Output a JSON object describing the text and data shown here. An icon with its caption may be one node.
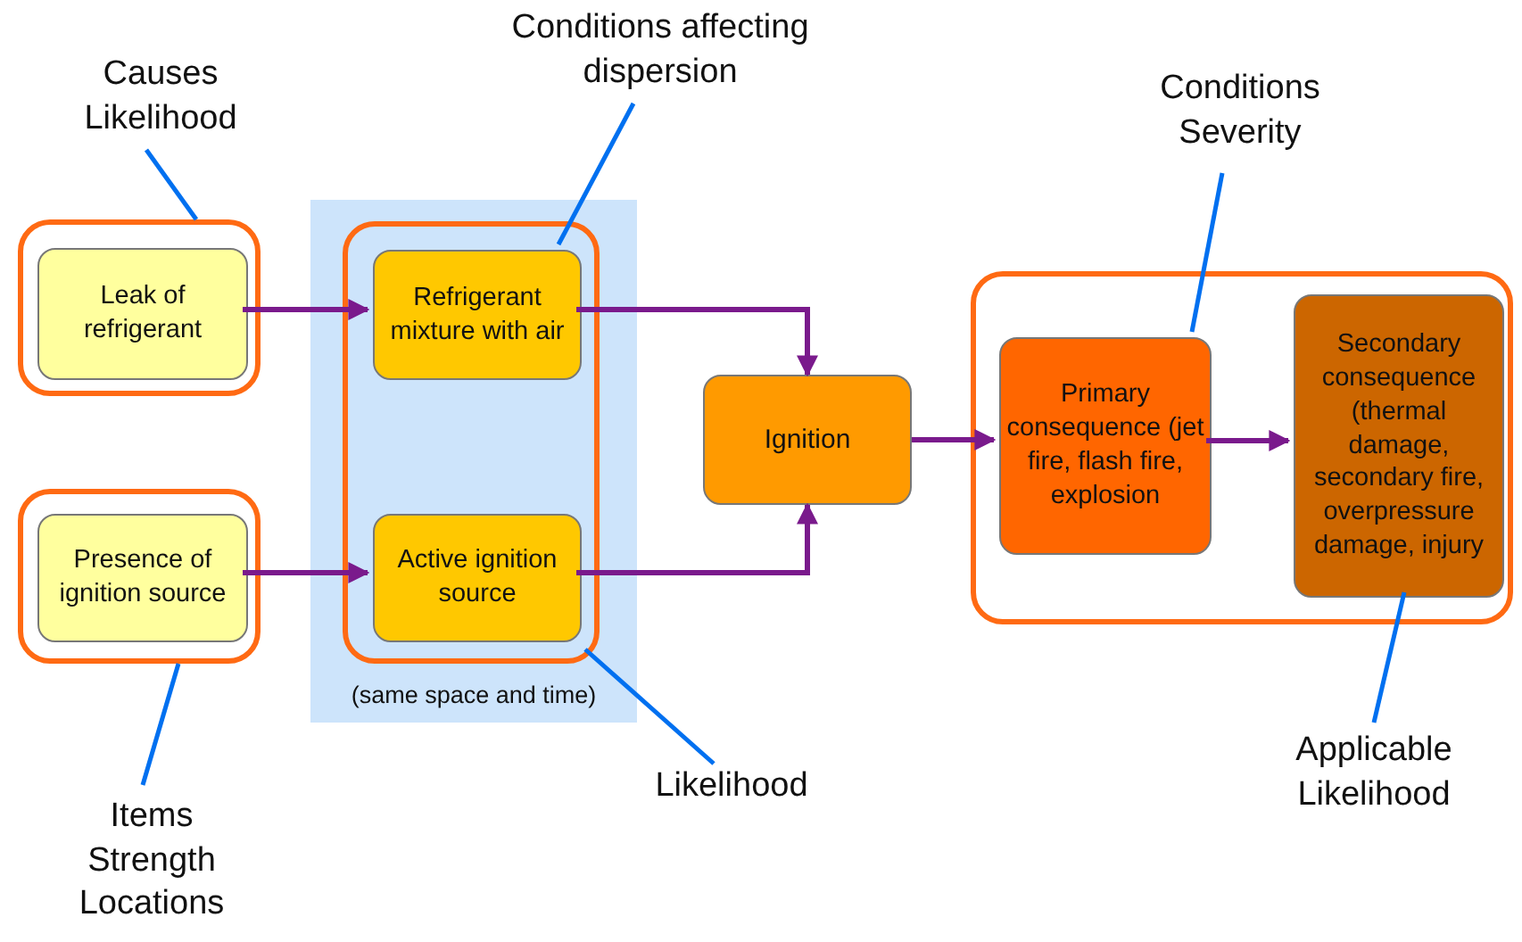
{
  "diagram": {
    "nodes": [
      {
        "text": [
          "Causes Likelihood"
        ]
      },
      {
        "text": [],
        "shape": "box"
      },
      {
        "text": [
          "Leak of refrigerant"
        ],
        "in": 1
      },
      {
        "text": [
          "Conditions affecting dispersion"
        ]
      },
      {
        "text": [
          "(same space and time)"
        ]
      },
      {
        "text": [],
        "shape": "box",
        "in": 4
      },
      {
        "text": [
          "Refrigerant mixture with air"
        ],
        "in": 5
      },
      {
        "text": [
          "Active ignition source"
        ],
        "in": 5
      },
      {
        "text": [
          "Conditions Severity"
        ]
      },
      {
        "text": [
          "Ignition"
        ]
      },
      {
        "text": [],
        "shape": "box"
      },
      {
        "text": [
          "Primary consequence (jet fire, flash fire, explosion"
        ],
        "in": 10
      },
      {
        "text": [
          "Secondary consequence (thermal damage, secondary fire, overpressure damage, injury"
        ],
        "in": 10
      },
      {
        "text": [],
        "shape": "box"
      },
      {
        "text": [
          "Presence of ignition source"
        ],
        "in": 13
      },
      {
        "text": [
          "Items Strength Locations"
        ]
      },
      {
        "text": [
          "Likelihood"
        ]
      },
      {
        "text": [
          "Applicable Likelihood"
        ]
      }
    ],
    "edges": [
      {
        "from": 0,
        "to": 1,
        "arrow": "none",
        "color": "#0070f0"
      },
      {
        "from": 3,
        "to": 6,
        "arrow": "none",
        "color": "#0070f0"
      },
      {
        "from": 8,
        "to": 11,
        "arrow": "none",
        "color": "#0070f0"
      },
      {
        "from": 15,
        "to": 13,
        "arrow": "none",
        "color": "#0070f0"
      },
      {
        "from": 16,
        "to": 5,
        "arrow": "none",
        "color": "#0070f0"
      },
      {
        "from": 17,
        "to": 12,
        "arrow": "none",
        "color": "#0070f0"
      },
      {
        "from": 2,
        "to": 6,
        "arrow": "to",
        "color": "#7a1a8c"
      },
      {
        "from": 14,
        "to": 7,
        "arrow": "to",
        "color": "#7a1a8c"
      },
      {
        "from": 6,
        "to": 9,
        "arrow": "to",
        "color": "#7a1a8c"
      },
      {
        "from": 7,
        "to": 9,
        "arrow": "to",
        "color": "#7a1a8c"
      },
      {
        "from": 9,
        "to": 11,
        "arrow": "to",
        "color": "#7a1a8c"
      },
      {
        "from": 11,
        "to": 12,
        "arrow": "to",
        "color": "#7a1a8c"
      }
    ]
  }
}
